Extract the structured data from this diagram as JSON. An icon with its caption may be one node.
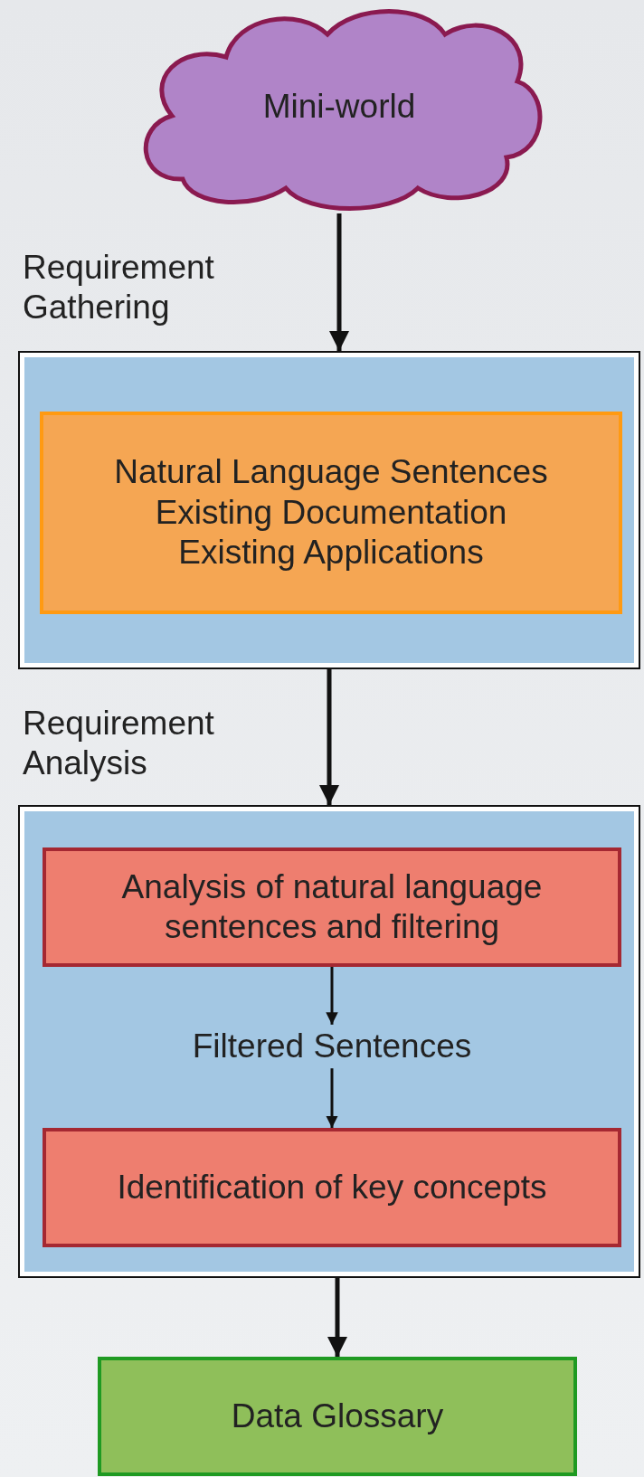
{
  "diagram": {
    "nodes": [
      {
        "text": [
          "Mini-world"
        ]
      },
      {
        "text": [],
        "shape": "box"
      },
      {
        "text": [
          "Natural Language Sentences",
          "Existing Documentation",
          "Existing Applications"
        ],
        "in": 1
      },
      {
        "text": [],
        "shape": "box"
      },
      {
        "text": [
          "Analysis of natural language sentences and filtering"
        ],
        "in": 3
      },
      {
        "text": [
          "Filtered Sentences"
        ],
        "in": 3
      },
      {
        "text": [
          "Identification of key concepts"
        ],
        "in": 3
      },
      {
        "text": [
          "Data Glossary"
        ]
      }
    ],
    "edges": [
      {
        "from": 0,
        "to": 1,
        "arrow": "to",
        "label": "Requirement Gathering"
      },
      {
        "from": 1,
        "to": 3,
        "arrow": "to",
        "label": "Requirement Analysis"
      },
      {
        "from": 4,
        "to": 5,
        "arrow": "to"
      },
      {
        "from": 5,
        "to": 6,
        "arrow": "to"
      },
      {
        "from": 3,
        "to": 7,
        "arrow": "to"
      }
    ]
  }
}
